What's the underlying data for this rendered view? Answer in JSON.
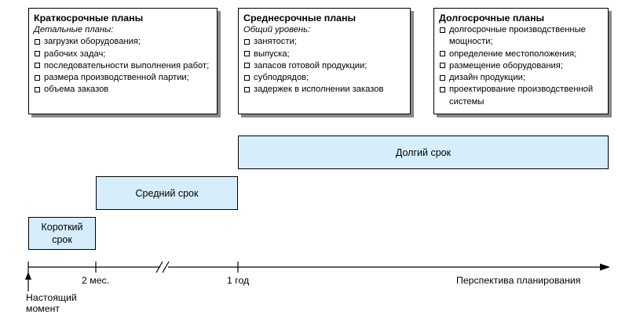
{
  "plans": [
    {
      "title": "Краткосрочные планы",
      "subtitle": "Детальные планы:",
      "items": [
        "загрузки оборудования;",
        "рабочих задач;",
        "последовательности выполнения работ;",
        "размера производственной партии;",
        "объема заказов"
      ]
    },
    {
      "title": "Среднесрочные планы",
      "subtitle": "Общий уровень:",
      "items": [
        "занятости;",
        "выпуска;",
        "запасов готовой продукции;",
        "субподрядов;",
        "задержек в исполнении заказов"
      ]
    },
    {
      "title": "Долгосрочные планы",
      "items": [
        "долгосрочные производственные мощности;",
        "определение местоположения;",
        "размещение оборудования;",
        "дизайн продукции;",
        "проектирование производственной системы"
      ]
    }
  ],
  "terms": {
    "long": "Долгий срок",
    "medium": "Средний срок",
    "short": "Короткий срок"
  },
  "axis": {
    "tick_2m": "2 мес.",
    "tick_1y": "1 год",
    "title": "Перспектива планирования",
    "now_line1": "Настоящий",
    "now_line2": "момент"
  },
  "colors": {
    "term_fill": "#d6eefb",
    "shadow": "#8a8a8a"
  }
}
